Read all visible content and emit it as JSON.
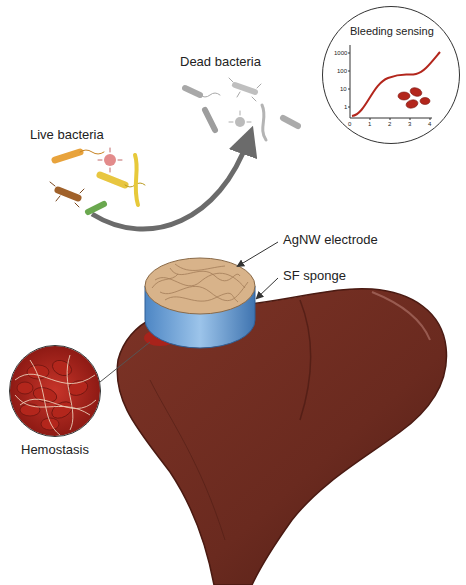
{
  "diagram": {
    "nodes": [
      {
        "text": [
          "Bleeding sensing"
        ]
      },
      {
        "text": [
          "Hemostasis"
        ]
      }
    ],
    "labels": [
      "Live bacteria",
      "Dead bacteria",
      "AgNW electrode",
      "SF sponge",
      "1000",
      "100",
      "10",
      "1",
      "0",
      "1",
      "2",
      "3",
      "4"
    ]
  }
}
